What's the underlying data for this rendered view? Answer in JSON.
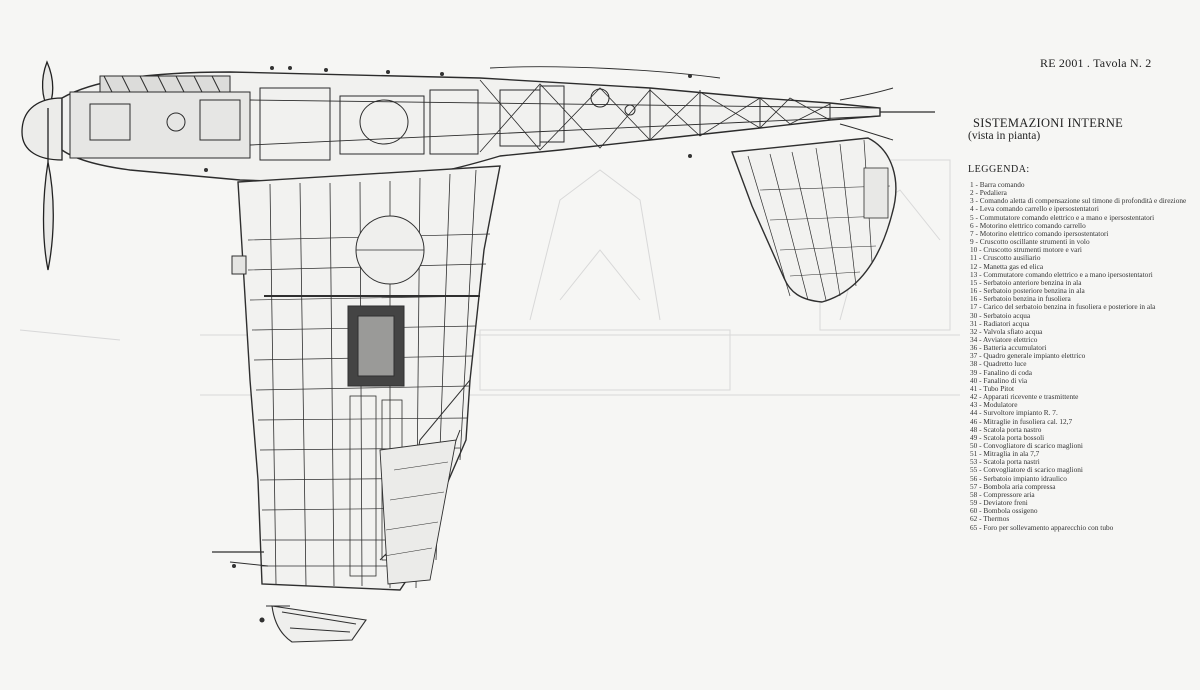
{
  "plate_title": "RE 2001 . Tavola N. 2",
  "title": "SISTEMAZIONI INTERNE",
  "subtitle": "(vista in pianta)",
  "legend_heading": "LEGGENDA:",
  "legend": [
    {
      "num": "1",
      "text": "Barra comando"
    },
    {
      "num": "2",
      "text": "Pedaliera"
    },
    {
      "num": "3",
      "text": "Comando aletta di compensazione sul timone di profondità e direzione"
    },
    {
      "num": "4",
      "text": "Leva comando carrello e ipersostentatori"
    },
    {
      "num": "5",
      "text": "Commutatore comando elettrico e a mano e ipersostentatori"
    },
    {
      "num": "6",
      "text": "Motorino elettrico comando carrello"
    },
    {
      "num": "7",
      "text": "Motorino elettrico comando ipersostentatori"
    },
    {
      "num": "9",
      "text": "Cruscotto oscillante strumenti in volo"
    },
    {
      "num": "10",
      "text": "Cruscotto strumenti motore e vari"
    },
    {
      "num": "11",
      "text": "Cruscotto ausiliario"
    },
    {
      "num": "12",
      "text": "Manetta gas ed elica"
    },
    {
      "num": "13",
      "text": "Commutatore comando elettrico e a mano ipersostentatori"
    },
    {
      "num": "15",
      "text": "Serbatoio anteriore benzina in ala"
    },
    {
      "num": "16",
      "text": "Serbatoio posteriore benzina in ala"
    },
    {
      "num": "16",
      "text": "Serbatoio benzina in fusoliera"
    },
    {
      "num": "17",
      "text": "Carico del serbatoio benzina in fusoliera e posteriore in ala"
    },
    {
      "num": "30",
      "text": "Serbatoio acqua"
    },
    {
      "num": "31",
      "text": "Radiatori acqua"
    },
    {
      "num": "32",
      "text": "Valvola sfiato acqua"
    },
    {
      "num": "34",
      "text": "Avviatore elettrico"
    },
    {
      "num": "36",
      "text": "Batteria accumulatori"
    },
    {
      "num": "37",
      "text": "Quadro generale impianto elettrico"
    },
    {
      "num": "38",
      "text": "Quadretto luce"
    },
    {
      "num": "39",
      "text": "Fanalino di coda"
    },
    {
      "num": "40",
      "text": "Fanalino di via"
    },
    {
      "num": "41",
      "text": "Tubo Pitot"
    },
    {
      "num": "42",
      "text": "Apparati ricevente e trasmittente"
    },
    {
      "num": "43",
      "text": "Modulatore"
    },
    {
      "num": "44",
      "text": "Survoltore impianto R. 7."
    },
    {
      "num": "46",
      "text": "Mitraglie in fusoliera cal. 12,7"
    },
    {
      "num": "48",
      "text": "Scatola porta nastro"
    },
    {
      "num": "49",
      "text": "Scatola porta bossoli"
    },
    {
      "num": "50",
      "text": "Convogliatore di scarico maglioni"
    },
    {
      "num": "51",
      "text": "Mitraglia in ala 7,7"
    },
    {
      "num": "53",
      "text": "Scatola porta nastri"
    },
    {
      "num": "55",
      "text": "Convogliatore di scarico maglioni"
    },
    {
      "num": "56",
      "text": "Serbatoio impianto idraulico"
    },
    {
      "num": "57",
      "text": "Bombola aria compressa"
    },
    {
      "num": "58",
      "text": "Compressore aria"
    },
    {
      "num": "59",
      "text": "Deviatore freni"
    },
    {
      "num": "60",
      "text": "Bombola ossigeno"
    },
    {
      "num": "62",
      "text": "Thermos"
    },
    {
      "num": "65",
      "text": "Foro per sollevamento apparecchio con tubo"
    }
  ]
}
